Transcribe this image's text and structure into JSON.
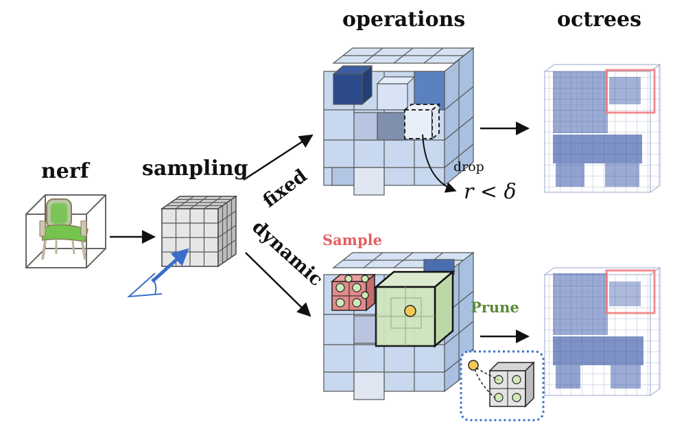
{
  "labels": {
    "nerf": "nerf",
    "sampling": "sampling",
    "operations": "operations",
    "octrees": "octrees",
    "fixed": "fixed",
    "dynamic": "dynamic",
    "drop": "drop",
    "condition": "r < δ",
    "sample": "Sample",
    "prune": "Prune"
  },
  "colors": {
    "sample_label": "#e46060",
    "prune_label": "#5a8a3a",
    "cube_face": "#c8d8ee",
    "cube_edge": "#555555",
    "dark_cube": "#2c4a8a",
    "green_cube": "#cfe6bd",
    "octree_points": "#2a4aa0",
    "highlight_box": "#f08080",
    "arrow": "#111111",
    "view_ray": "#3a6ec8"
  },
  "icons": {
    "chair": "chair-thumbnail",
    "camera": "camera-frustum-icon"
  }
}
